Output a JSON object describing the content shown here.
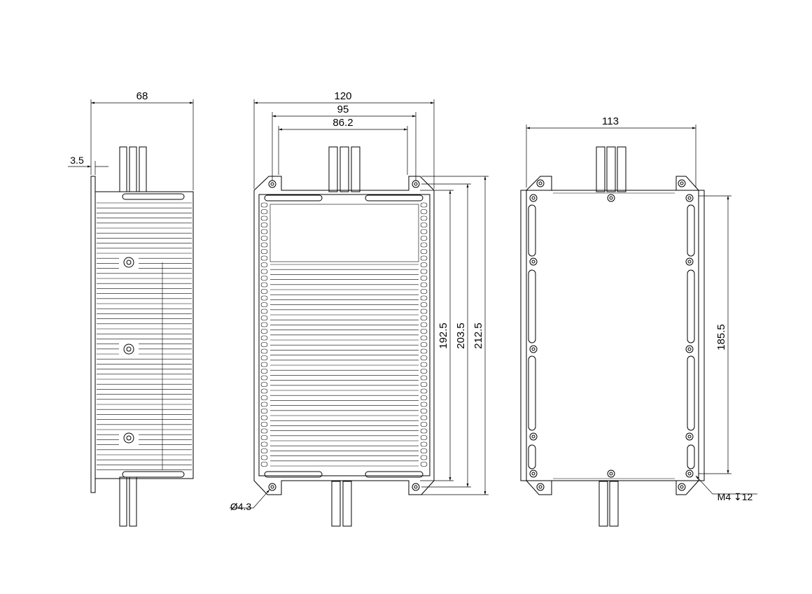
{
  "views": {
    "side": {
      "dim_width": "68",
      "dim_offset": "3.5"
    },
    "front": {
      "dim_overall_width": "120",
      "dim_mount_width": "95",
      "dim_inner_width": "86.2",
      "dim_h1": "192.5",
      "dim_h2": "203.5",
      "dim_h3": "212.5",
      "dim_hole": "Ø4.3"
    },
    "back": {
      "dim_width": "113",
      "dim_height": "185.5",
      "dim_thread": "M4 ↧12"
    }
  },
  "colors": {
    "line": "#000000",
    "background": "#ffffff"
  }
}
